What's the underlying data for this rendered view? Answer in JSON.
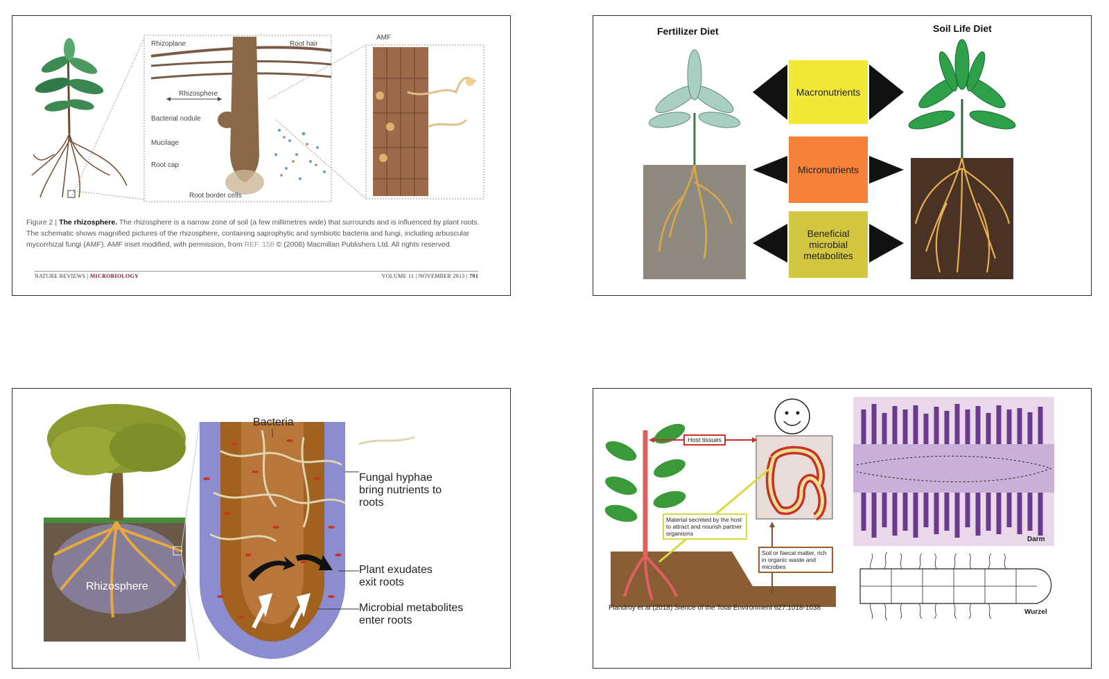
{
  "slide1": {
    "labels": {
      "rhizoplane": "Rhizoplane",
      "root_hair": "Root hair",
      "rhizosphere": "Rhizosphere",
      "bacterial_nodule": "Bacterial nodule",
      "mucilage": "Mucilage",
      "root_cap": "Root cap",
      "root_border_cells": "Root border cells",
      "amf": "AMF"
    },
    "caption": {
      "figure_no": "Figure 2 |",
      "figure_title": "The rhizosphere.",
      "text": "The rhizosphere is a narrow zone of soil (a few millimetres wide) that surrounds and is influenced by plant roots. The schematic shows magnified pictures of the rhizosphere, containing saprophytic and symbiotic bacteria and fungi, including arbuscular mycorrhizal fungi (AMF). AMF inset modified, with permission, from",
      "ref": "REF. 158",
      "copyright": "© (2008) Macmillan Publishers Ltd. All rights reserved."
    },
    "footer": {
      "journal": "NATURE REVIEWS |",
      "section": "MICROBIOLOGY",
      "volume": "VOLUME 11 | NOVEMBER 2013 |",
      "page": "791"
    }
  },
  "slide2": {
    "left_title": "Fertilizer Diet",
    "right_title": "Soil Life Diet",
    "boxes": [
      {
        "label": "Macronutrients",
        "color": "#f2e83a"
      },
      {
        "label": "Micronutrients",
        "color": "#f5813a"
      },
      {
        "label": "Beneficial microbial metabolites",
        "color": "#d3c641"
      }
    ]
  },
  "slide3": {
    "bacteria": "Bacteria",
    "fungal": "Fungal hyphae bring nutrients to roots",
    "exudates": "Plant exudates exit roots",
    "metabolites": "Microbial metabolites enter roots",
    "rhizosphere": "Rhizosphere"
  },
  "slide4": {
    "host_tissues": "Host tissues",
    "material": "Material secreted by the host to attract and nourish partner organisms",
    "soil": "Soil or faecal matter, rich in organic waste and microbes",
    "citation": "Flandroy et al (2018) Sience of the Total Environment 627:1018-1038",
    "darm": "Darm",
    "wurzel": "Wurzel"
  }
}
